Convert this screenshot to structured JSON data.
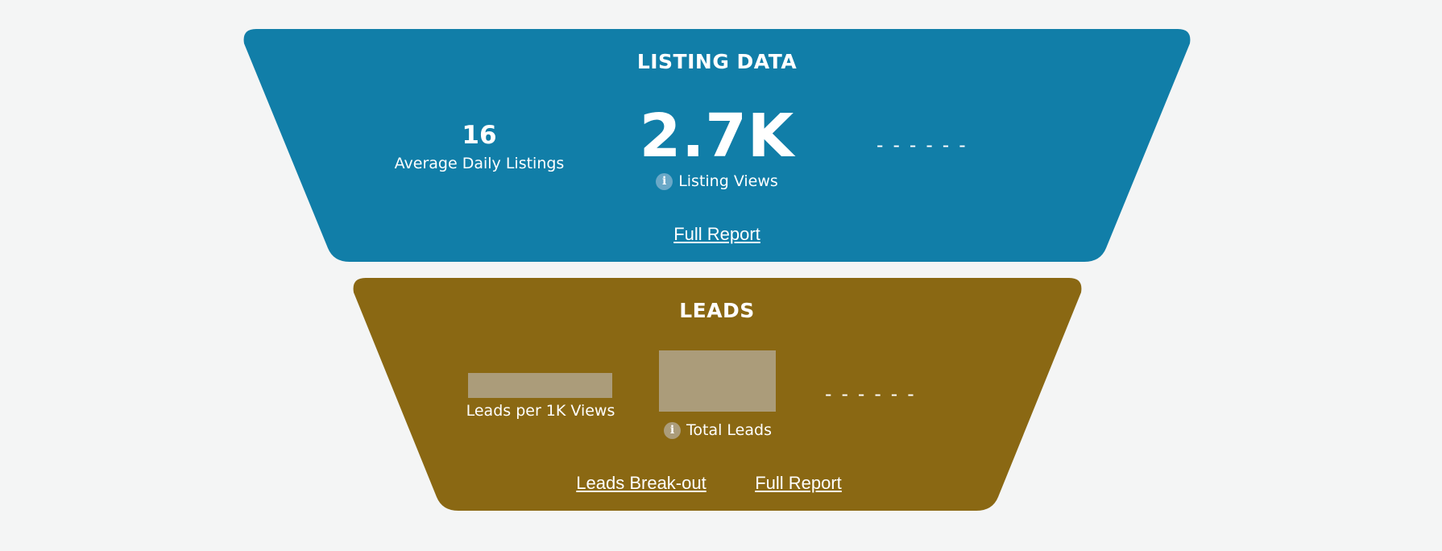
{
  "colors": {
    "background": "#f4f5f5",
    "listing_band": "#117ea8",
    "leads_band": "#8a6813",
    "listing_info_icon": "#6aa8c7",
    "leads_info_icon": "#ab9c7a",
    "placeholder": "#ab9c7a"
  },
  "listing": {
    "title": "LISTING DATA",
    "avg_daily_value": "16",
    "avg_daily_label": "Average Daily Listings",
    "views_value": "2.7K",
    "views_label": "Listing Views",
    "views_icon": "info-icon",
    "third_value": "------",
    "full_report_link": "Full Report"
  },
  "leads": {
    "title": "LEADS",
    "per_1k_label": "Leads per 1K Views",
    "total_label": "Total Leads",
    "total_icon": "info-icon",
    "third_value": "------",
    "breakout_link": "Leads Break-out",
    "full_report_link": "Full Report"
  }
}
